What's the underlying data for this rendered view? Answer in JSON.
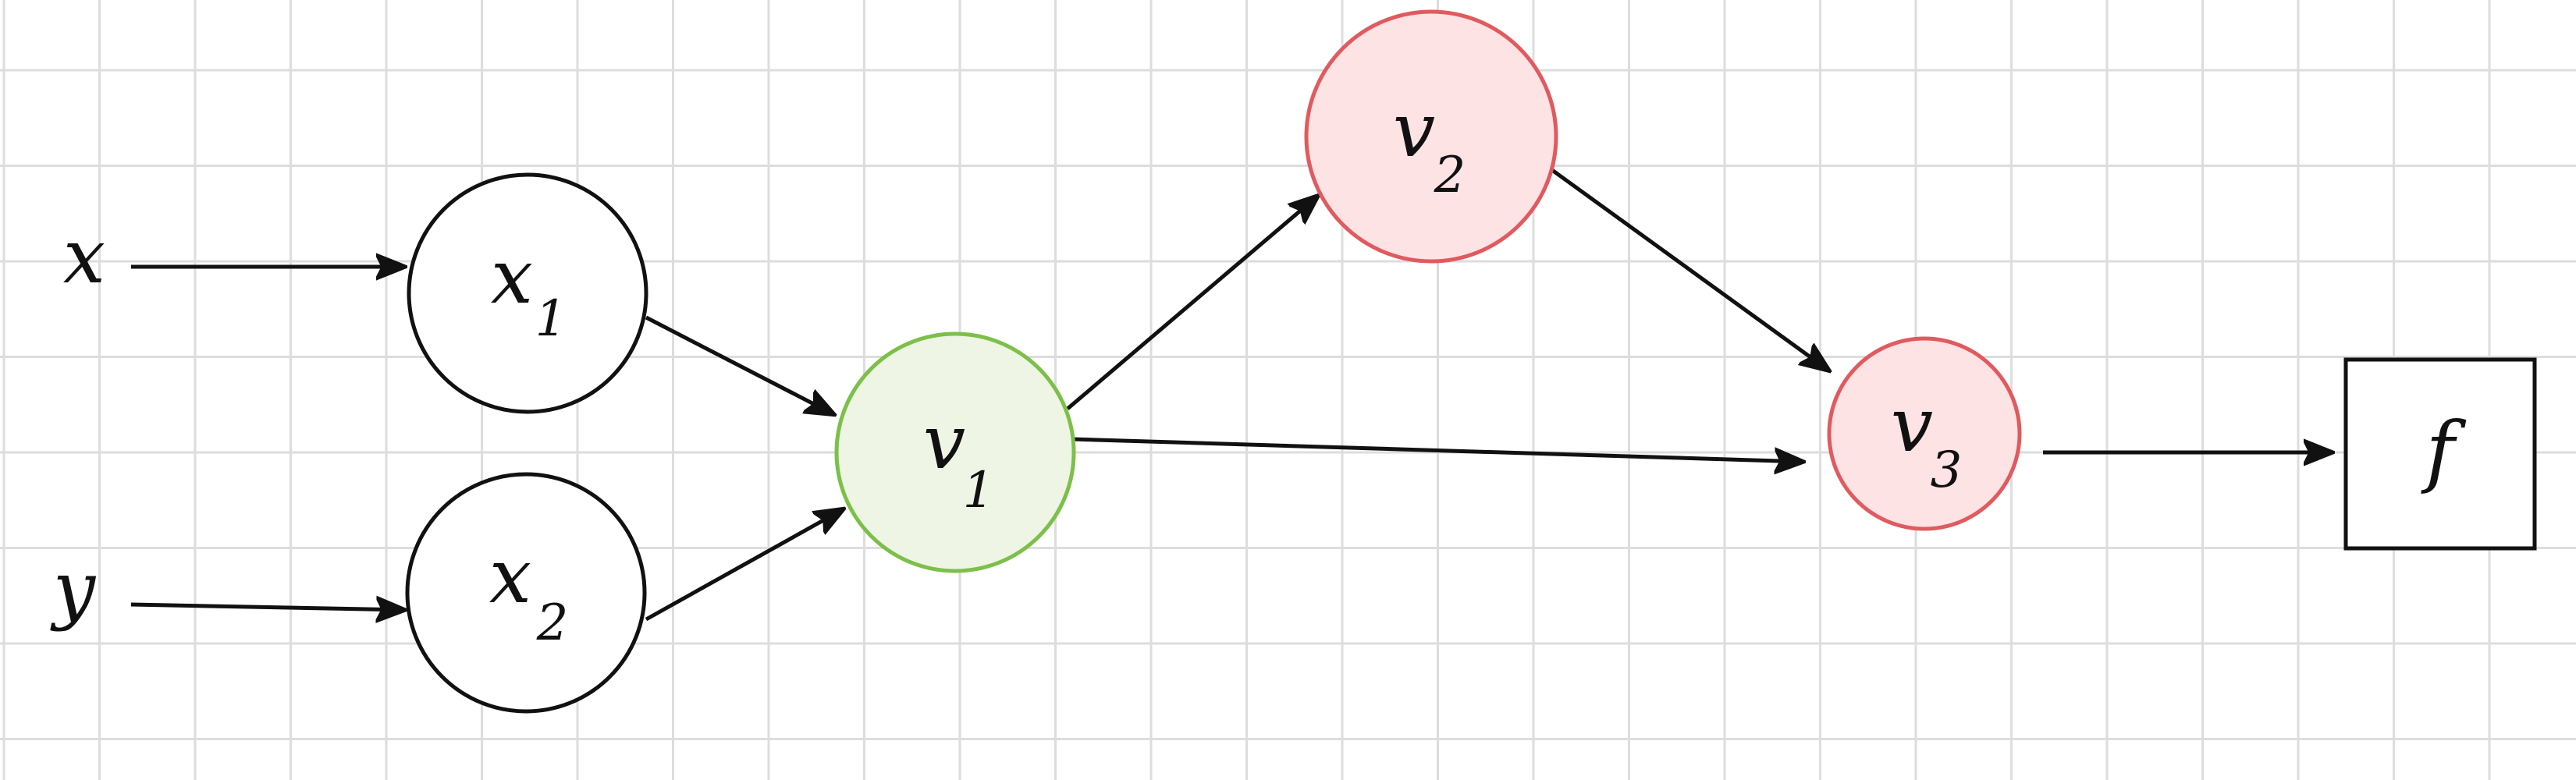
{
  "diagram": {
    "inputs": [
      {
        "id": "x",
        "label": "x"
      },
      {
        "id": "y",
        "label": "y"
      }
    ],
    "nodes": [
      {
        "id": "x1",
        "label": "x",
        "subscript": "1",
        "fill": "#ffffff",
        "stroke": "#111111"
      },
      {
        "id": "x2",
        "label": "x",
        "subscript": "2",
        "fill": "#ffffff",
        "stroke": "#111111"
      },
      {
        "id": "v1",
        "label": "v",
        "subscript": "1",
        "fill": "#eef5e4",
        "stroke": "#7cc04a"
      },
      {
        "id": "v2",
        "label": "v",
        "subscript": "2",
        "fill": "#fde3e4",
        "stroke": "#e05a5f"
      },
      {
        "id": "v3",
        "label": "v",
        "subscript": "3",
        "fill": "#fde3e4",
        "stroke": "#e05a5f"
      }
    ],
    "output": {
      "id": "f",
      "label": "f"
    },
    "edges": [
      {
        "from": "x",
        "to": "x1"
      },
      {
        "from": "y",
        "to": "x2"
      },
      {
        "from": "x1",
        "to": "v1"
      },
      {
        "from": "x2",
        "to": "v1"
      },
      {
        "from": "v1",
        "to": "v2"
      },
      {
        "from": "v1",
        "to": "v3"
      },
      {
        "from": "v2",
        "to": "v3"
      },
      {
        "from": "v3",
        "to": "f"
      }
    ],
    "colors": {
      "grid": "#dddddd",
      "edge": "#111111",
      "background": "#ffffff"
    }
  }
}
